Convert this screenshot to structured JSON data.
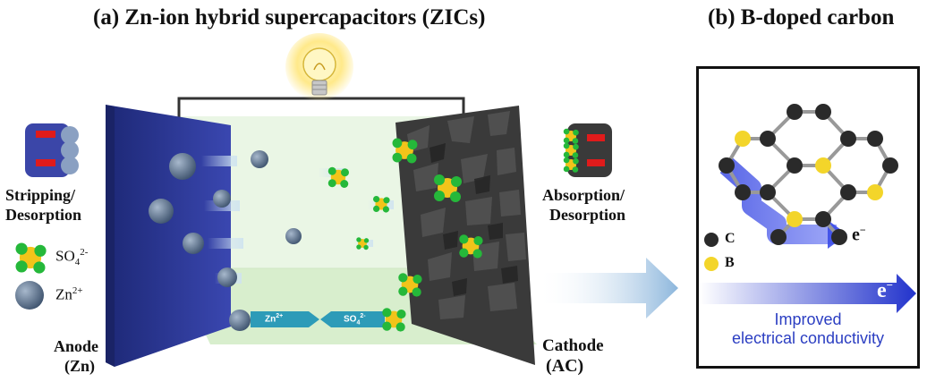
{
  "titles": {
    "panel_a": "(a) Zn-ion hybrid  supercapacitors (ZICs)",
    "panel_b": "(b) B-doped carbon"
  },
  "labels": {
    "left_process_line1": "Stripping/",
    "left_process_line2": "Desorption",
    "right_process_line1": "Absorption/",
    "right_process_line2": "Desorption",
    "anode_line1": "Anode",
    "anode_line2": "(Zn)",
    "cathode_line1": "Cathode",
    "cathode_line2": "(AC)"
  },
  "legend_a": {
    "sulfate_base": "SO",
    "sulfate_sub": "4",
    "sulfate_sup": "2-",
    "zinc_base": "Zn",
    "zinc_sup": "2+"
  },
  "pills": {
    "zn_base": "Zn",
    "zn_sup": "2+",
    "so4_base": "SO",
    "so4_sub": "4",
    "so4_sup": "2-"
  },
  "panel_b_content": {
    "electron_label": "e",
    "electron_sup": "−",
    "legend_c": "C",
    "legend_b": "B",
    "arrow_electron": "e",
    "arrow_electron_sup": "−",
    "caption_line1": "Improved",
    "caption_line2": "electrical conductivity"
  },
  "colors": {
    "anode": "#2b3796",
    "cathode": "#3b3b3b",
    "electrolyte": "#e2f2dc",
    "zn_ion": "#5b6f88",
    "sulfate_s": "#f2c41a",
    "sulfate_o": "#25b83a",
    "pill": "#2d9bb8",
    "conductivity": "#2b3ec2",
    "carbon_atom": "#2a2a2a",
    "boron_atom": "#f3d52a"
  }
}
